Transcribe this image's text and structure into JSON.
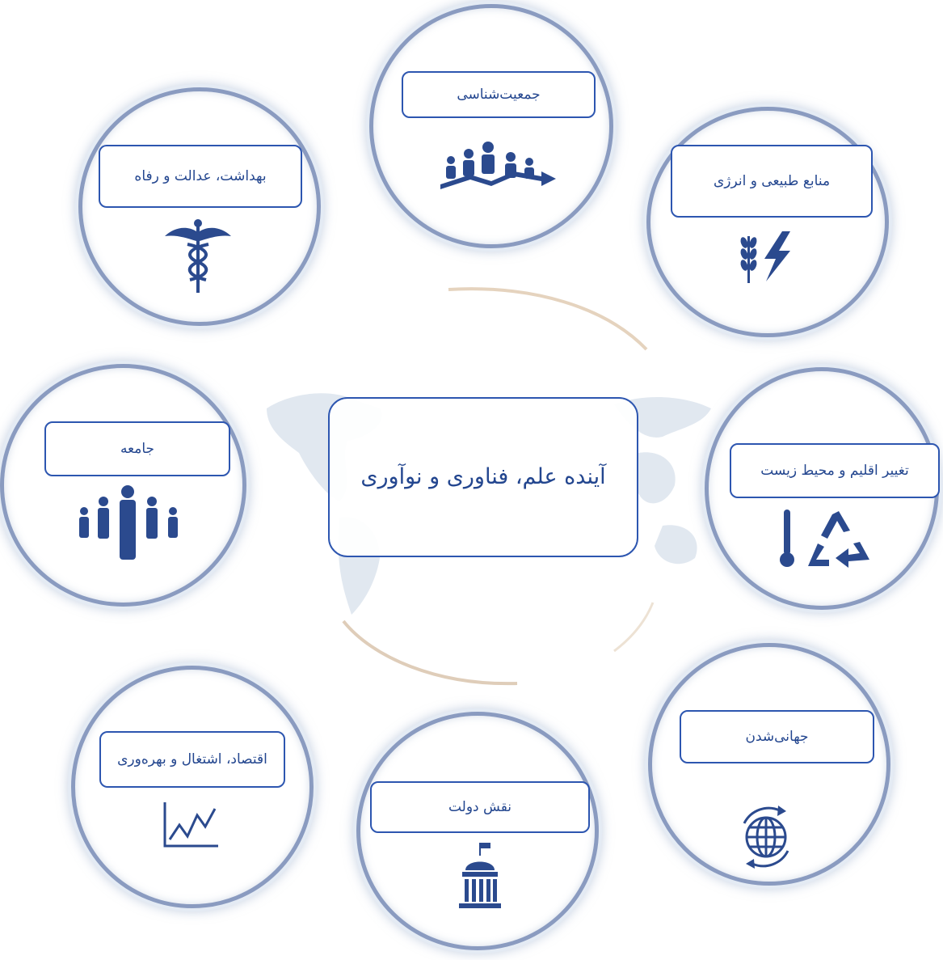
{
  "center": {
    "title": "آینده علم، فناوری و نوآوری"
  },
  "nodes": [
    {
      "id": "demography",
      "label": "جمعیت‌شناسی",
      "icon": "people-growth-icon"
    },
    {
      "id": "resources",
      "label": "منابع طبیعی و انرژی",
      "icon": "wheat-lightning-icon"
    },
    {
      "id": "climate",
      "label": "تغییر اقلیم و محیط زیست",
      "icon": "thermometer-recycle-icon"
    },
    {
      "id": "globalization",
      "label": "جهانی‌شدن",
      "icon": "globe-arrows-icon"
    },
    {
      "id": "government",
      "label": "نقش دولت",
      "icon": "capitol-building-icon"
    },
    {
      "id": "economy",
      "label": "اقتصاد، اشتغال و بهره‌وری",
      "icon": "line-chart-icon"
    },
    {
      "id": "society",
      "label": "جامعه",
      "icon": "crowd-icon"
    },
    {
      "id": "health",
      "label": "بهداشت، عدالت و رفاه",
      "icon": "caduceus-icon"
    }
  ],
  "colors": {
    "accent": "#2d56b0",
    "text": "#23468f",
    "ring": "#8a9bc0",
    "icon": "#2b4a8e",
    "arc": "#d9c4ad"
  }
}
